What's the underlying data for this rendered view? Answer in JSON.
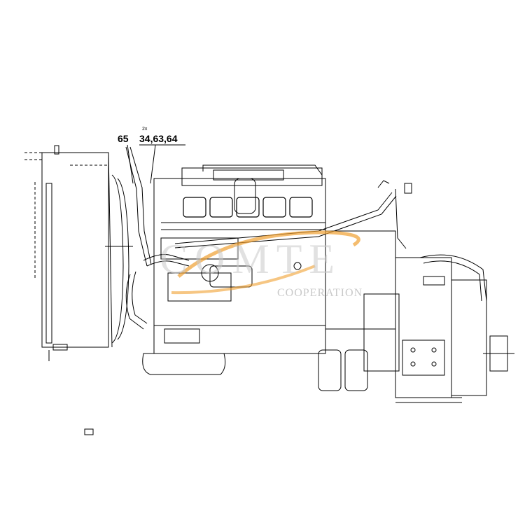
{
  "diagram": {
    "callouts": {
      "part_65": "65",
      "qty_prefix": "2x",
      "parts_group": "34,63,64"
    },
    "watermark": {
      "brand": "COMTE",
      "subtitle": "COOPERATION",
      "accent_color": "#f0a030"
    },
    "line_color": "#000000"
  }
}
